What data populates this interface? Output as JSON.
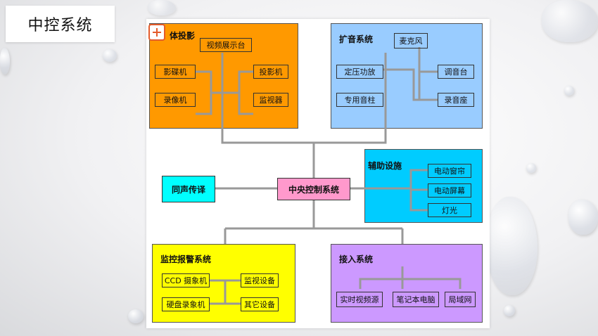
{
  "slide": {
    "title": "中控系统"
  },
  "diagram": {
    "media": {
      "title": "媒体投影",
      "visible_title": "体投影",
      "top": "视频展示台",
      "left": [
        "影碟机",
        "录像机"
      ],
      "right": [
        "投影机",
        "监视器"
      ]
    },
    "audio": {
      "title": "扩音系统",
      "top": "麦克风",
      "left": [
        "定压功放",
        "专用音柱"
      ],
      "right": [
        "调音台",
        "录音座"
      ]
    },
    "aux": {
      "title": "辅助设施",
      "items": [
        "电动窗帘",
        "电动屏幕",
        "灯光"
      ]
    },
    "translation": "同声传译",
    "center": "中央控制系统",
    "monitor": {
      "title": "监控报警系统",
      "left": [
        "CCD 摄象机",
        "硬盘录象机"
      ],
      "right": [
        "监视设备",
        "其它设备"
      ]
    },
    "access": {
      "title": "接入系统",
      "items": [
        "实时视频源",
        "笔记本电脑",
        "局域网"
      ]
    }
  },
  "colors": {
    "media": "#ff9900",
    "audio": "#99ccff",
    "aux": "#00ccff",
    "translation": "#00ffff",
    "center": "#ff99cc",
    "monitor": "#ffff00",
    "access": "#cc99ff",
    "connector": "#999999"
  }
}
